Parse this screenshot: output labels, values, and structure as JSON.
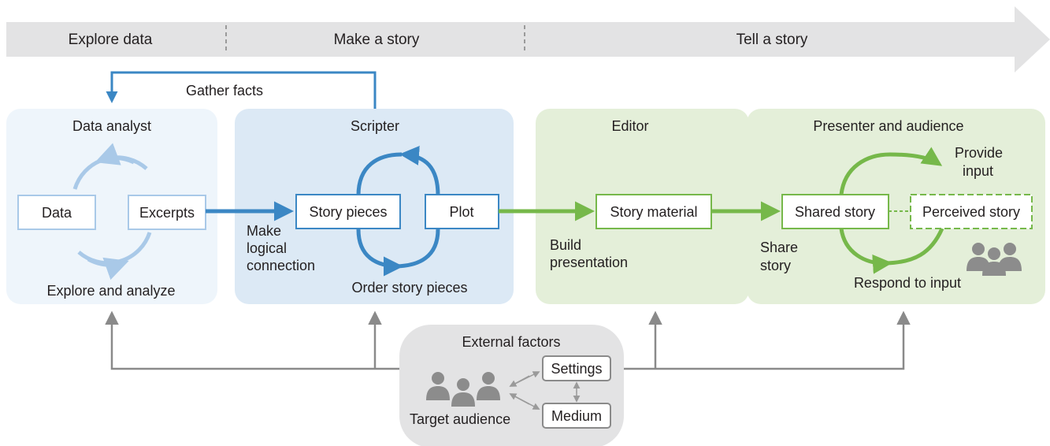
{
  "phases": [
    "Explore data",
    "Make a story",
    "Tell a story"
  ],
  "roles": {
    "analyst": "Data analyst",
    "scripter": "Scripter",
    "editor": "Editor",
    "presenter": "Presenter and audience"
  },
  "nodes": {
    "data": "Data",
    "excerpts": "Excerpts",
    "story_pieces": "Story pieces",
    "plot": "Plot",
    "story_material": "Story material",
    "shared_story": "Shared story",
    "perceived_story": "Perceived story"
  },
  "labels": {
    "gather_facts": "Gather facts",
    "explore_analyze": "Explore and analyze",
    "make_logical": [
      "Make",
      "logical",
      "connection"
    ],
    "order_pieces": "Order story pieces",
    "build_presentation": [
      "Build",
      "presentation"
    ],
    "share_story": [
      "Share",
      "story"
    ],
    "provide_input": [
      "Provide",
      "input"
    ],
    "respond_input": "Respond to input"
  },
  "external": {
    "title": "External factors",
    "settings": "Settings",
    "medium": "Medium",
    "target_audience": "Target audience"
  },
  "colors": {
    "analyst_bg": "#eef5fb",
    "scripter_bg": "#dce9f5",
    "editor_bg": "#e4efd9",
    "presenter_bg": "#e4efd9",
    "light_blue": "#a9c9e8",
    "dark_blue": "#3b87c4",
    "green": "#76b84a",
    "gray": "#8a8a8a",
    "phase_bar": "#e3e3e4"
  },
  "icons": [
    "people-group-icon",
    "target-audience-icon"
  ]
}
